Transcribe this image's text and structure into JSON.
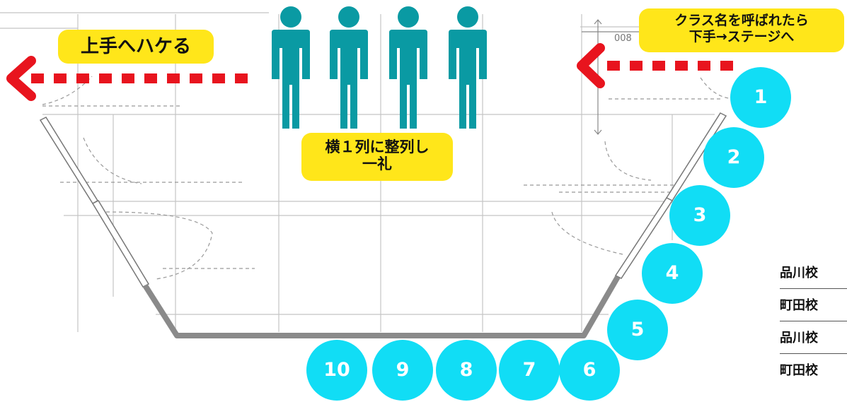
{
  "labels": {
    "exit": "上手へハケる",
    "enter_line1": "クラス名を呼ばれたら",
    "enter_line2": "下手→ステージへ",
    "bow_line1": "横１列に整列し",
    "bow_line2": "一礼"
  },
  "dimension_label": "008",
  "order_numbers": [
    "1",
    "2",
    "3",
    "4",
    "5",
    "6",
    "7",
    "8",
    "9",
    "10"
  ],
  "school_list": [
    "品川校",
    "町田校",
    "品川校",
    "町田校"
  ],
  "colors": {
    "label_bg": "#ffe61a",
    "arrow": "#e8141e",
    "circle": "#11ddf5",
    "person": "#0a9aa3",
    "stage_edge": "#8a8a8a"
  },
  "icons": [
    "person-icon",
    "arrow-left-icon"
  ]
}
